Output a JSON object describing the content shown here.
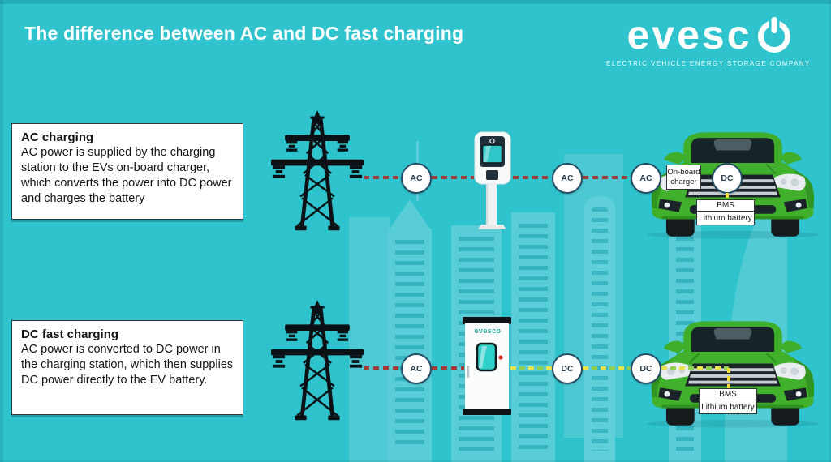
{
  "header": {
    "title": "The difference between AC and DC fast charging",
    "logo": {
      "wordmark": "evesc",
      "wordmark_full": "evesco",
      "tagline": "ELECTRIC VEHICLE ENERGY STORAGE COMPANY"
    }
  },
  "rows": [
    {
      "name": "AC charging",
      "info_title": "AC charging",
      "info_body": "AC power is supplied by the charging station to the EVs on-board charger, which converts the power into DC power and charges the battery",
      "nodes": [
        "AC",
        "AC",
        "AC",
        "DC"
      ],
      "labels": {
        "onboard_line1": "On-board",
        "onboard_line2": "charger",
        "bms": "BMS",
        "battery": "Lithium battery"
      }
    },
    {
      "name": "DC fast charging",
      "info_title": "DC fast charging",
      "info_body": "AC power is converted to DC power in the charging station, which then supplies DC power directly to the EV battery.",
      "nodes": [
        "AC",
        "DC",
        "DC"
      ],
      "labels": {
        "bms": "BMS",
        "battery": "Lithium battery"
      }
    }
  ],
  "station": {
    "cabinet_logo": "evesco"
  },
  "colors": {
    "background": "#2fc3cd",
    "ac_line_red": "#a23a33",
    "dc_line_yellow": "#f2df3a",
    "dc_line_green": "#8fd14f",
    "node_border": "#274b63",
    "car_green": "#41b02b",
    "building_tint": "#58cdd7",
    "logo_teal": "#2ba796"
  }
}
